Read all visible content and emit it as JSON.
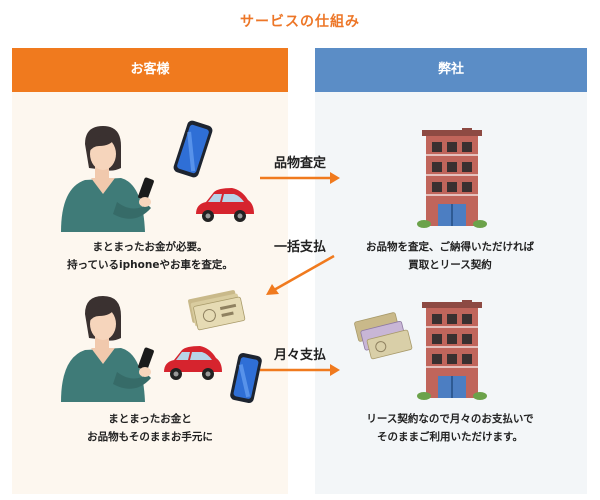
{
  "title": "サービスの仕組み",
  "columns": {
    "left_header": "お客様",
    "right_header": "弊社"
  },
  "captions": {
    "left_top": [
      "まとまったお金が必要。",
      "持っているiphoneやお車を査定。"
    ],
    "right_top": [
      "お品物を査定、ご納得いただければ",
      "買取とリース契約"
    ],
    "left_bottom": [
      "まとまったお金と",
      "お品物もそのままお手元に"
    ],
    "right_bottom": [
      "リース契約なので月々のお支払いで",
      "そのままご利用いただけます。"
    ]
  },
  "flows": {
    "appraisal": "品物査定",
    "lump_sum": "一括支払",
    "monthly": "月々支払"
  },
  "colors": {
    "accent_orange": "#f07a1e",
    "header_blue": "#5b8dc6",
    "left_bg": "#fdf7ef",
    "right_bg": "#f3f6f8",
    "person_shirt": "#3f7b78",
    "car_red": "#d6242e",
    "phone_blue": "#2f6fd6",
    "building_brick": "#c0655b"
  },
  "icons": [
    "person-icon",
    "smartphone-icon",
    "car-icon",
    "building-icon",
    "cash-icon",
    "arrow-icon"
  ]
}
